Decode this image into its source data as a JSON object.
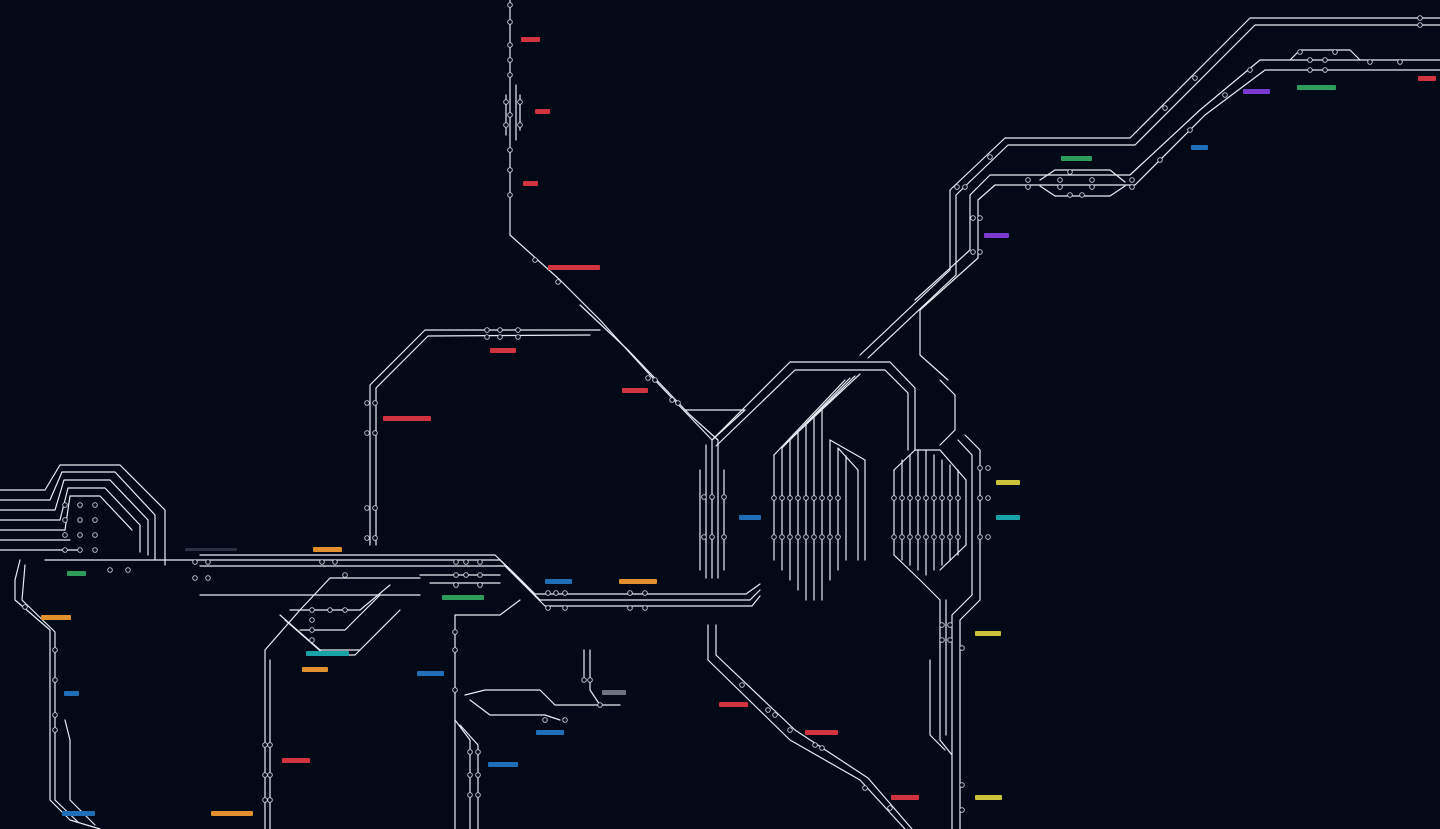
{
  "map": {
    "background": "#020a18",
    "track_color": "#e8ecf2",
    "signal_icon": "circle-signal-icon",
    "label_palette": {
      "red": "#d23340",
      "orange": "#e0902c",
      "blue": "#1f6fb8",
      "teal": "#17a3a8",
      "green": "#2e9d5c",
      "yellow": "#c9c23a",
      "purple": "#7a3ad0",
      "grey": "#6d7480"
    },
    "station_labels": [
      {
        "id": "north-1",
        "color": "red"
      },
      {
        "id": "north-2",
        "color": "red"
      },
      {
        "id": "north-3",
        "color": "red"
      },
      {
        "id": "north-4",
        "color": "red"
      },
      {
        "id": "mid-1",
        "color": "red"
      },
      {
        "id": "mid-2",
        "color": "red"
      },
      {
        "id": "west-1",
        "color": "red"
      },
      {
        "id": "hub-1",
        "color": "blue"
      },
      {
        "id": "east-1",
        "color": "green"
      },
      {
        "id": "east-2",
        "color": "purple"
      },
      {
        "id": "east-3",
        "color": "blue"
      },
      {
        "id": "east-4",
        "color": "purple"
      },
      {
        "id": "ne-1",
        "color": "green"
      },
      {
        "id": "ne-2",
        "color": "red"
      },
      {
        "id": "ne-3",
        "color": "purple"
      },
      {
        "id": "right-1",
        "color": "yellow"
      },
      {
        "id": "right-2",
        "color": "teal"
      },
      {
        "id": "right-3",
        "color": "yellow"
      },
      {
        "id": "right-4",
        "color": "yellow"
      },
      {
        "id": "se-1",
        "color": "red"
      },
      {
        "id": "se-2",
        "color": "red"
      },
      {
        "id": "se-3",
        "color": "red"
      },
      {
        "id": "sw-1",
        "color": "orange"
      },
      {
        "id": "sw-2",
        "color": "orange"
      },
      {
        "id": "sw-3",
        "color": "blue"
      },
      {
        "id": "sw-4",
        "color": "orange"
      },
      {
        "id": "sw-5",
        "color": "green"
      },
      {
        "id": "sw-6",
        "color": "teal"
      },
      {
        "id": "sw-7",
        "color": "orange"
      },
      {
        "id": "sw-8",
        "color": "blue"
      },
      {
        "id": "sw-9",
        "color": "blue"
      },
      {
        "id": "sw-10",
        "color": "blue"
      },
      {
        "id": "sw-11",
        "color": "grey"
      },
      {
        "id": "sw-12",
        "color": "red"
      },
      {
        "id": "far-w-1",
        "color": "green"
      },
      {
        "id": "far-w-2",
        "color": "orange"
      },
      {
        "id": "far-w-3",
        "color": "blue"
      },
      {
        "id": "far-w-4",
        "color": "blue"
      },
      {
        "id": "far-w-5",
        "color": "orange"
      }
    ]
  }
}
